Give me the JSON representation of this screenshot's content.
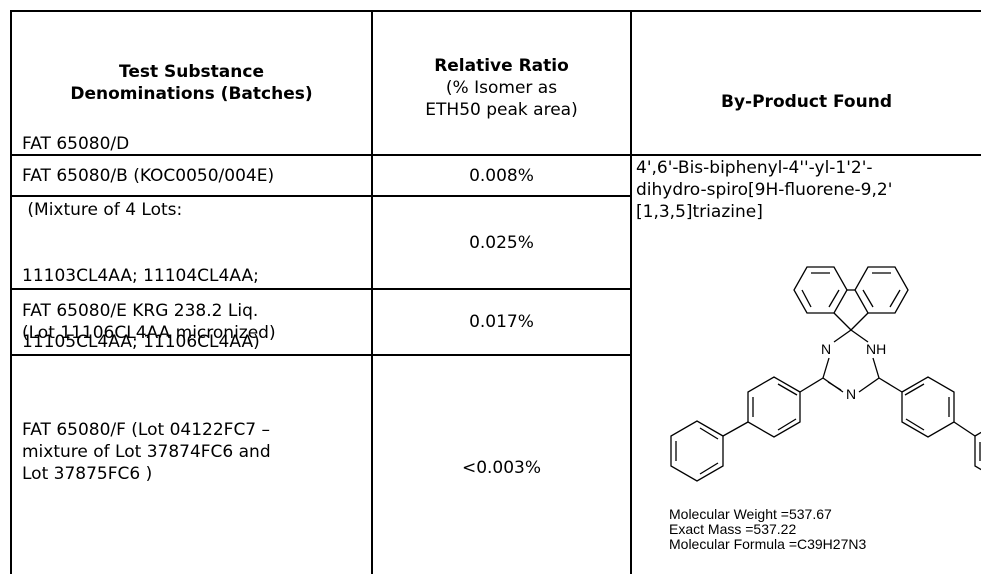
{
  "table": {
    "headers": {
      "col1_line1": "Test Substance",
      "col1_line2": "Denominations (Batches)",
      "col2_line1": "Relative Ratio",
      "col2_line2": "(% Isomer as",
      "col2_line3": "ETH50 peak area)",
      "col3": "By-Product Found"
    },
    "rows": [
      {
        "substance_lines": [
          "FAT 65080/B (KOC0050/004E)"
        ],
        "ratio": "0.008%"
      },
      {
        "substance_lines": [
          "FAT 65080/D",
          " (Mixture of 4 Lots:",
          "11103CL4AA; 11104CL4AA;",
          "11105CL4AA; 11106CL4AA)"
        ],
        "ratio": "0.025%"
      },
      {
        "substance_lines": [
          "FAT 65080/E KRG 238.2 Liq.",
          "(Lot 11106CL4AA micronized)"
        ],
        "ratio": "0.017%"
      },
      {
        "substance_lines": [
          "FAT 65080/F (Lot 04122FC7 –",
          "mixture of Lot 37874FC6 and",
          "Lot 37875FC6 )"
        ],
        "ratio": "<0.003%"
      }
    ],
    "byproduct": {
      "name_lines": [
        "4',6'-Bis-biphenyl-4''-yl-1'2'-",
        "dihydro-spiro[9H-fluorene-9,2'",
        "[1,3,5]triazine]"
      ],
      "atom_labels": {
        "n1": "N",
        "nh": "NH",
        "n2": "N"
      },
      "molecular_weight": "Molecular Weight =537.67",
      "exact_mass": "Exact Mass =537.22",
      "molecular_formula": "Molecular Formula =C39H27N3"
    }
  }
}
